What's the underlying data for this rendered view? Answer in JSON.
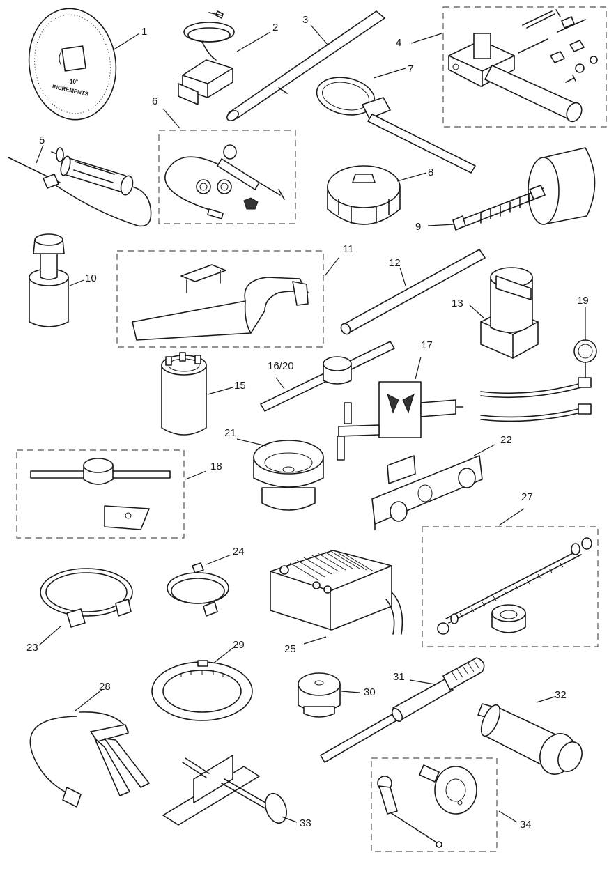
{
  "dial": {
    "degree_text": "10°",
    "increments_text": "INCREMENTS"
  },
  "callouts": [
    {
      "id": "c1",
      "text": "1"
    },
    {
      "id": "c2",
      "text": "2"
    },
    {
      "id": "c3",
      "text": "3"
    },
    {
      "id": "c4",
      "text": "4"
    },
    {
      "id": "c5",
      "text": "5"
    },
    {
      "id": "c6",
      "text": "6"
    },
    {
      "id": "c7",
      "text": "7"
    },
    {
      "id": "c8",
      "text": "8"
    },
    {
      "id": "c9",
      "text": "9"
    },
    {
      "id": "c10",
      "text": "10"
    },
    {
      "id": "c11",
      "text": "11"
    },
    {
      "id": "c12",
      "text": "12"
    },
    {
      "id": "c13",
      "text": "13"
    },
    {
      "id": "c15",
      "text": "15"
    },
    {
      "id": "c16",
      "text": "16/20"
    },
    {
      "id": "c17",
      "text": "17"
    },
    {
      "id": "c18",
      "text": "18"
    },
    {
      "id": "c19",
      "text": "19"
    },
    {
      "id": "c21",
      "text": "21"
    },
    {
      "id": "c22",
      "text": "22"
    },
    {
      "id": "c23",
      "text": "23"
    },
    {
      "id": "c24",
      "text": "24"
    },
    {
      "id": "c25",
      "text": "25"
    },
    {
      "id": "c27",
      "text": "27"
    },
    {
      "id": "c28",
      "text": "28"
    },
    {
      "id": "c29",
      "text": "29"
    },
    {
      "id": "c30",
      "text": "30"
    },
    {
      "id": "c31",
      "text": "31"
    },
    {
      "id": "c32",
      "text": "32"
    },
    {
      "id": "c33",
      "text": "33"
    },
    {
      "id": "c34",
      "text": "34"
    }
  ]
}
